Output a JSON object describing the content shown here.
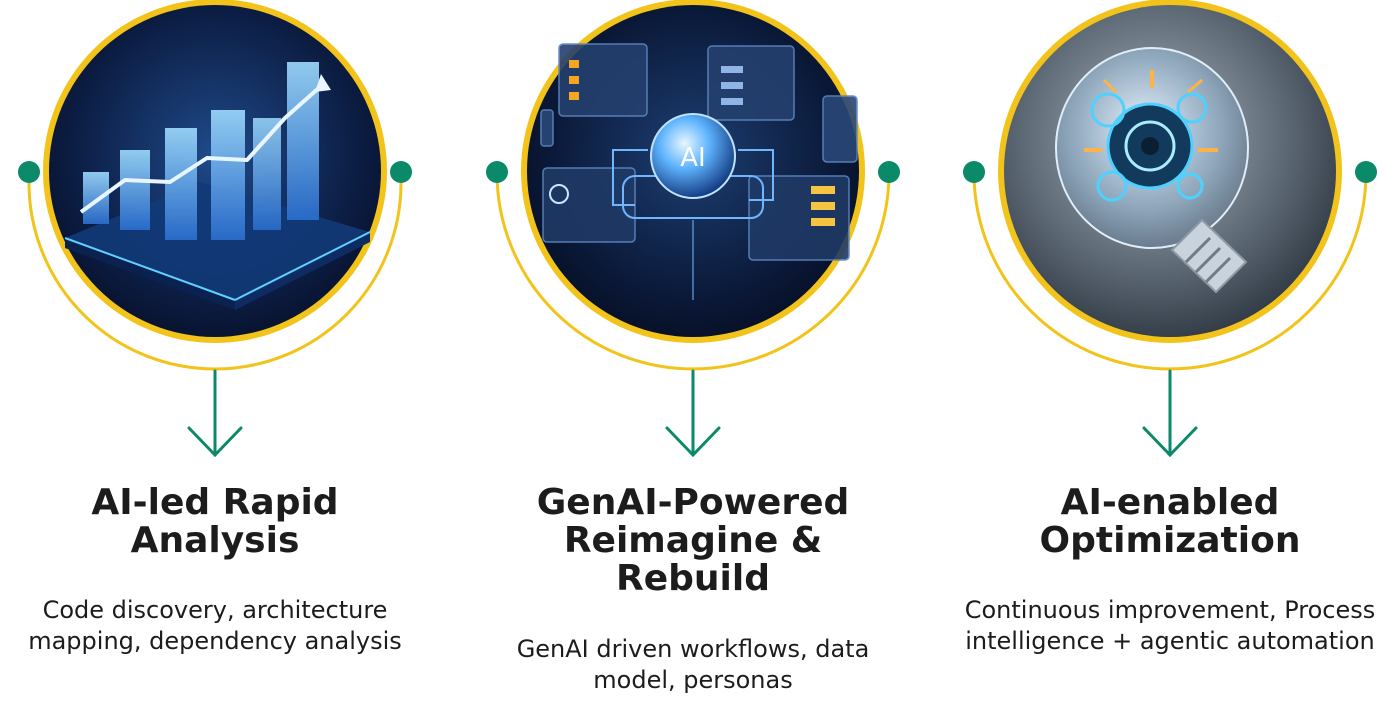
{
  "steps": [
    {
      "title": "AI-led Rapid Analysis",
      "description": "Code discovery, architecture mapping, dependency analysis",
      "image": "analytics-bar-chart-icon"
    },
    {
      "title": "GenAI-Powered Reimagine & Rebuild",
      "description": "GenAI driven workflows, data model, personas",
      "image_label": "AI",
      "image": "ai-workflow-panels-icon"
    },
    {
      "title": "AI-enabled Optimization",
      "description": "Continuous improvement, Process intelligence + agentic automation",
      "image": "lightbulb-gears-icon"
    }
  ],
  "colors": {
    "ring": "#f2c31a",
    "arc": "#f2c31a",
    "node": "#0b8a6a",
    "arrow": "#0b8a6a",
    "text": "#1c1c1c"
  }
}
